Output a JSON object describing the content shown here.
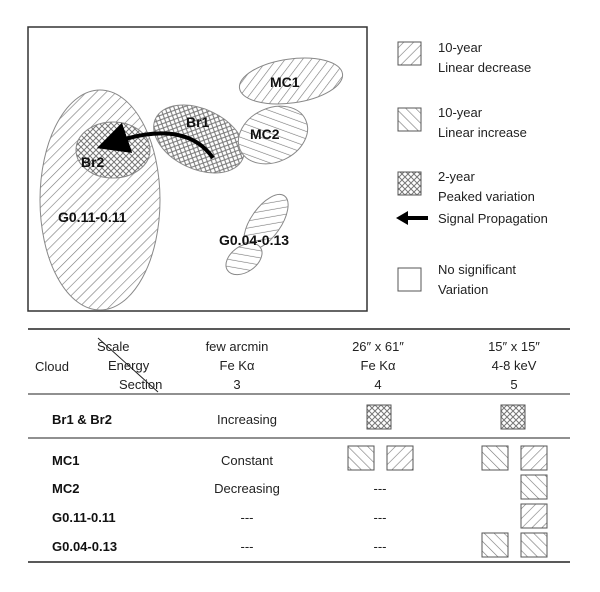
{
  "diagram": {
    "regions": [
      {
        "id": "mc1",
        "label": "MC1",
        "pattern": "10-year decrease"
      },
      {
        "id": "mc2",
        "label": "MC2",
        "pattern": "10-year increase"
      },
      {
        "id": "br1",
        "label": "Br1",
        "pattern": "2-year peaked"
      },
      {
        "id": "br2",
        "label": "Br2",
        "pattern": "2-year peaked"
      },
      {
        "id": "g011",
        "label": "G0.11-0.11",
        "pattern": "10-year decrease"
      },
      {
        "id": "g004",
        "label": "G0.04-0.13",
        "pattern": "10-year increase"
      }
    ]
  },
  "legend": {
    "items": [
      {
        "line1": "10-year",
        "line2": "Linear decrease",
        "pattern": "decrease"
      },
      {
        "line1": "10-year",
        "line2": "Linear increase",
        "pattern": "increase"
      },
      {
        "line1": "2-year",
        "line2": "Peaked variation",
        "pattern": "peaked"
      },
      {
        "line1": "Signal Propagation",
        "line2": "",
        "pattern": "arrow"
      },
      {
        "line1": "No significant",
        "line2": "Variation",
        "pattern": "none"
      }
    ]
  },
  "table": {
    "header": {
      "cloud": "Cloud",
      "scale": "Scale",
      "energy": "Energy",
      "section": "Section",
      "columns": [
        {
          "scale": "few arcmin",
          "energy": "Fe Kα",
          "section": "3"
        },
        {
          "scale": "26″ x 61″",
          "energy": "Fe Kα",
          "section": "4"
        },
        {
          "scale": "15″ x 15″",
          "energy": "4-8 keV",
          "section": "5"
        }
      ]
    },
    "rows": [
      {
        "name": "Br1 & Br2",
        "col1": "Increasing",
        "col2": "",
        "col3": ""
      },
      {
        "name": "MC1",
        "col1": "Constant",
        "col2": "",
        "col3": ""
      },
      {
        "name": "MC2",
        "col1": "Decreasing",
        "col2": "---",
        "col3": ""
      },
      {
        "name": "G0.11-0.11",
        "col1": "---",
        "col2": "---",
        "col3": ""
      },
      {
        "name": "G0.04-0.13",
        "col1": "---",
        "col2": "---",
        "col3": ""
      }
    ]
  }
}
